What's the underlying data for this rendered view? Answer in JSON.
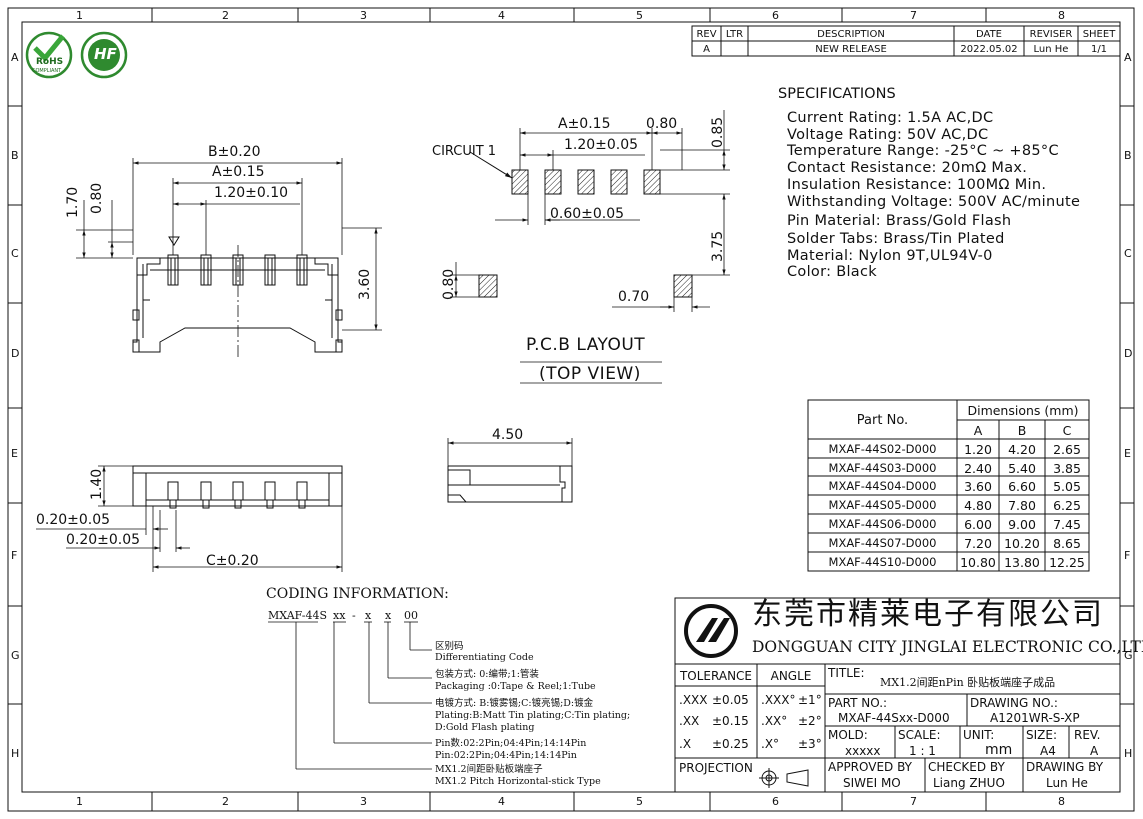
{
  "border": {
    "columns": [
      "1",
      "2",
      "3",
      "4",
      "5",
      "6",
      "7",
      "8"
    ],
    "rows": [
      "A",
      "B",
      "C",
      "D",
      "E",
      "F",
      "G",
      "H"
    ]
  },
  "logos": {
    "rohs_text": "RoHS",
    "rohs_sub": "COMPLIANT",
    "hf_text": "HF"
  },
  "revision": {
    "headers": [
      "REV",
      "LTR",
      "DESCRIPTION",
      "DATE",
      "REVISER",
      "SHEET"
    ],
    "row": [
      "A",
      "",
      "NEW RELEASE",
      "2022.05.02",
      "Lun He",
      "1/1"
    ]
  },
  "specifications": {
    "title": "SPECIFICATIONS",
    "lines": [
      "Current Rating: 1.5A AC,DC",
      "Voltage Rating: 50V AC,DC",
      "Temperature Range: -25°C ~ +85°C",
      "Contact Resistance: 20mΩ Max.",
      "Insulation Resistance: 100MΩ Min.",
      "Withstanding Voltage: 500V AC/minute",
      "Pin Material: Brass/Gold Flash",
      "Solder Tabs: Brass/Tin Plated",
      "Material: Nylon 9T,UL94V-0",
      "Color: Black"
    ]
  },
  "dimensions_front": {
    "b": "B±0.20",
    "a": "A±0.15",
    "pitch": "1.20±0.10",
    "h170": "1.70",
    "h080": "0.80",
    "h360": "3.60"
  },
  "dimensions_pcb": {
    "circuit": "CIRCUIT 1",
    "a": "A±0.15",
    "w080": "0.80",
    "h085": "0.85",
    "pitch": "1.20±0.05",
    "pad": "0.60±0.05",
    "h375": "3.75",
    "tab_h": "0.80",
    "tab_w": "0.70",
    "caption1": "P.C.B LAYOUT",
    "caption2": "(TOP VIEW)"
  },
  "dimensions_side": {
    "w450": "4.50"
  },
  "dimensions_bottom": {
    "h140": "1.40",
    "d1": "0.20±0.05",
    "d2": "0.20±0.05",
    "c": "C±0.20"
  },
  "parts_table": {
    "part_header": "Part No.",
    "dim_header": "Dimensions (mm)",
    "cols": [
      "A",
      "B",
      "C"
    ],
    "rows": [
      [
        "MXAF-44S02-D000",
        "1.20",
        "4.20",
        "2.65"
      ],
      [
        "MXAF-44S03-D000",
        "2.40",
        "5.40",
        "3.85"
      ],
      [
        "MXAF-44S04-D000",
        "3.60",
        "6.60",
        "5.05"
      ],
      [
        "MXAF-44S05-D000",
        "4.80",
        "7.80",
        "6.25"
      ],
      [
        "MXAF-44S06-D000",
        "6.00",
        "9.00",
        "7.45"
      ],
      [
        "MXAF-44S07-D000",
        "7.20",
        "10.20",
        "8.65"
      ],
      [
        "MXAF-44S10-D000",
        "10.80",
        "13.80",
        "12.25"
      ]
    ]
  },
  "coding": {
    "title": "CODING INFORMATION:",
    "code_parts": [
      "MXAF-44S",
      "xx",
      "-",
      "x",
      "x",
      "00"
    ],
    "items": [
      [
        "区别码",
        "Differentiating Code"
      ],
      [
        "包装方式: 0:编带;1:管装",
        "Packaging :0:Tape & Reel;1:Tube"
      ],
      [
        "电镀方式: B:镀雾锡;C:镀亮锡;D:镀金",
        "Plating:B:Matt Tin plating;C:Tin plating;",
        "D:Gold Flash plating"
      ],
      [
        "Pin数:02:2Pin;04:4Pin;14:14Pin",
        "Pin:02:2Pin;04:4Pin;14:14Pin"
      ],
      [
        "MX1.2间距卧贴板端座子",
        "MX1.2 Pitch Horizontal-stick Type"
      ]
    ]
  },
  "title_block": {
    "company_cn": "东莞市精莱电子有限公司",
    "company_en": "DONGGUAN CITY JINGLAI ELECTRONIC CO.,LTD.",
    "tolerance": "TOLERANCE",
    "angle": "ANGLE",
    "tol_rows": [
      [
        ".XXX",
        "±0.05",
        ".XXX°",
        "±1°"
      ],
      [
        ".XX",
        "±0.15",
        ".XX°",
        "±2°"
      ],
      [
        ".X",
        "±0.25",
        ".X°",
        "±3°"
      ]
    ],
    "title_label": "TITLE:",
    "title_value": "MX1.2间距nPin 卧贴板端座子成品",
    "part_no_label": "PART NO.:",
    "part_no_value": "MXAF-44Sxx-D000",
    "drawing_no_label": "DRAWING NO.:",
    "drawing_no_value": "A1201WR-S-XP",
    "mold_label": "MOLD:",
    "mold_value": "xxxxx",
    "scale_label": "SCALE:",
    "scale_value": "1 : 1",
    "unit_label": "UNIT:",
    "unit_value": "mm",
    "size_label": "SIZE:",
    "size_value": "A4",
    "rev_label": "REV.",
    "rev_value": "A",
    "projection": "PROJECTION",
    "approved_label": "APPROVED BY",
    "approved_value": "SIWEI MO",
    "checked_label": "CHECKED BY",
    "checked_value": "Liang ZHUO",
    "drawing_label": "DRAWING BY",
    "drawing_value": "Lun He"
  }
}
